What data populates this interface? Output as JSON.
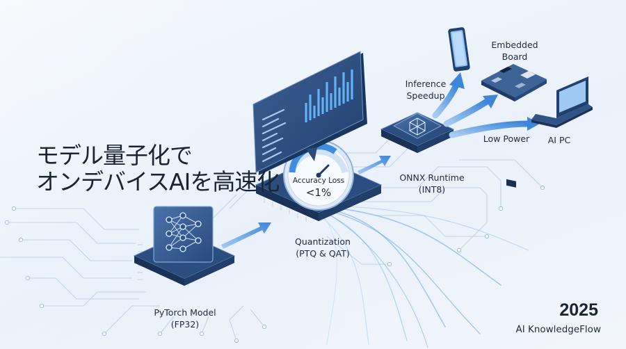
{
  "headline": {
    "line1": "モデル量子化で",
    "line2": "オンデバイスAIを高速化"
  },
  "stages": {
    "pytorch": {
      "name": "PyTorch Model",
      "detail": "(FP32)"
    },
    "quantization": {
      "name": "Quantization",
      "detail": "(PTQ & QAT)"
    },
    "onnx": {
      "name": "ONNX Runtime",
      "detail": "(INT8)"
    }
  },
  "gauge": {
    "label": "Accuracy Loss",
    "value": "<1%"
  },
  "targets": {
    "embedded": {
      "line1": "Embedded",
      "line2": "Board"
    },
    "ai_pc": "AI PC"
  },
  "benefits": {
    "inference": {
      "line1": "Inference",
      "line2": "Speedup"
    },
    "low_power": "Low Power"
  },
  "footer": {
    "year": "2025",
    "brand": "AI KnowledgeFlow"
  },
  "colors": {
    "chip_dark": "#22406e",
    "chip_top": "#3a5f95",
    "accent_blue": "#4f9be8",
    "text_dark": "#1b2433",
    "background": "#eef3fa"
  },
  "icons": {
    "pytorch_chip": "neural-network-icon",
    "onnx_chip": "geodesic-sphere-icon",
    "embedded": "circuit-board-icon",
    "ai_pc": "laptop-icon",
    "mobile": "smartphone-icon"
  }
}
